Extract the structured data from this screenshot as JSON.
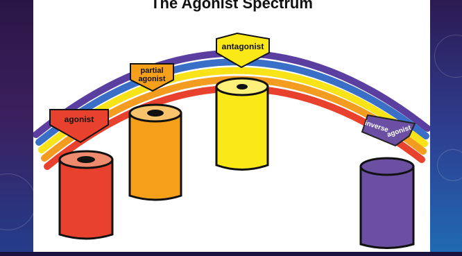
{
  "slide": {
    "title": "The Agonist Spectrum"
  },
  "labels": {
    "agonist": "agonist",
    "partial_line1": "partial",
    "partial_line2": "agonist",
    "antagonist": "antagonist",
    "inverse_word1": "inverse",
    "inverse_word2": "agonist"
  },
  "colors": {
    "rainbow": [
      "#5b3fa0",
      "#3a6fc7",
      "#f7e318",
      "#f39c1f",
      "#e8412e"
    ],
    "agonist": "#e8412e",
    "partial_agonist": "#f59f1a",
    "antagonist": "#fbe817",
    "inverse_agonist": "#6b4fa2"
  }
}
